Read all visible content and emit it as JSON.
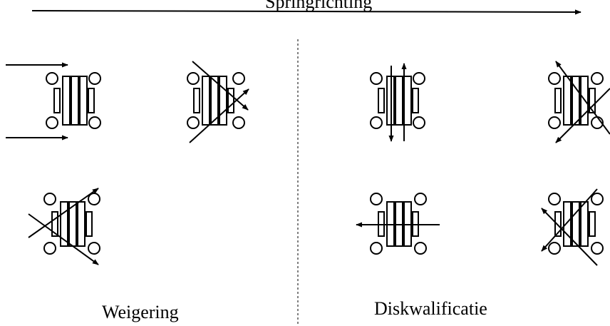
{
  "direction_label": "Springrichting",
  "sections": {
    "left": {
      "label": "Weigering"
    },
    "right": {
      "label": "Diskwalificatie"
    }
  },
  "colors": {
    "stroke": "#000000",
    "background": "#ffffff"
  },
  "obstacles": [
    {
      "id": "refusal-1",
      "section": "left",
      "lines": "two parallel arrows approaching"
    },
    {
      "id": "refusal-2",
      "section": "left",
      "lines": "V-shaped crossing with double arrow"
    },
    {
      "id": "refusal-3",
      "section": "left",
      "lines": "X-crossing with arrows"
    },
    {
      "id": "disq-1",
      "section": "right",
      "lines": "vertical up and down arrows"
    },
    {
      "id": "disq-2",
      "section": "right",
      "lines": "X-crossing arrows going back"
    },
    {
      "id": "disq-3",
      "section": "right",
      "lines": "horizontal arrow going back"
    },
    {
      "id": "disq-4",
      "section": "right",
      "lines": "X-crossing with arrows down"
    }
  ]
}
